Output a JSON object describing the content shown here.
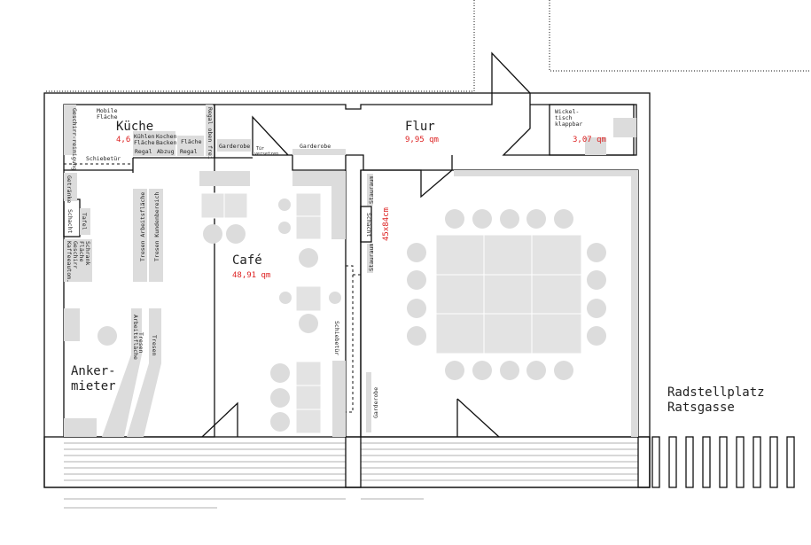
{
  "rooms": {
    "kueche": {
      "name": "Küche",
      "area": "4,6"
    },
    "flur": {
      "name": "Flur",
      "area": "9,95 qm"
    },
    "wickel_area": "3,07 qm",
    "cafe": {
      "name": "Café",
      "area": "48,91 qm"
    },
    "ankermieter": {
      "line1": "Anker-",
      "line2": "mieter"
    }
  },
  "labels": {
    "mobile_flaeche": [
      "Mobile",
      "Fläche"
    ],
    "geschirrreinigung": "Geschirr-reinigung",
    "kuehlen_flaeche": [
      "Kühlen",
      "Fläche"
    ],
    "kochen_backen": [
      "Kochen",
      "Backen"
    ],
    "flaeche": "Fläche",
    "regal": "Regal",
    "abzug": "Abzug",
    "regal_unten": "Regal",
    "regal_vert": "Regal oben frei",
    "garderobe1": "Garderobe",
    "tuer_versetzen": [
      "Tür",
      "versetzen"
    ],
    "garderobe2": "Garderobe",
    "schiebetuer1": "Schiebetür",
    "getraenke": "Getränke",
    "schacht1": "Schacht",
    "tafel": "Tafel",
    "kaffeeautom": [
      "Kaffeeautom.",
      "Geschirr",
      "Fläche",
      "Schrank"
    ],
    "tresen_arbeitsflaeche": "Tresen Arbeitsfläche",
    "tresen_kundenbereich": "Tresen Kundenbereich",
    "arbeitsflaeche": "Arbeitsfläche",
    "tresen2": "Tresen",
    "tresen3": "Tresen",
    "schiebetuer2": "Schiebetür",
    "stauraum1": "Stauraum",
    "schacht2": "Schacht",
    "stauraum2": "Stauraum",
    "dimension": "45x84cm",
    "garderobe3": "Garderobe",
    "wickeltisch": [
      "Wickel-",
      "tisch",
      "klappbar"
    ],
    "radstellplatz": [
      "Radstellplatz",
      "Ratsgasse"
    ]
  },
  "colors": {
    "wall": "#111111",
    "furniture": "#dcdcdc",
    "area_text": "#dd2222"
  }
}
